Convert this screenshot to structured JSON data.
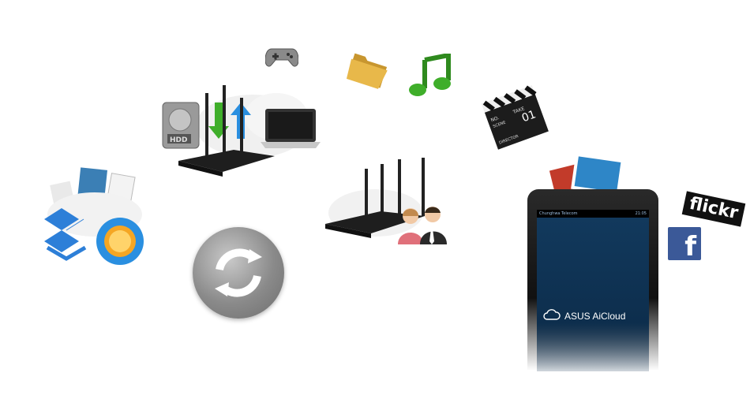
{
  "tablet": {
    "carrier": "Chunghwa Telecom",
    "time": "21:05",
    "app_name": "ASUS AiCloud"
  },
  "social": {
    "flickr_label": "flickr",
    "facebook_label": "f"
  },
  "icons": {
    "gamepad": "gamepad-icon",
    "folder": "folder-icon",
    "music": "music-note-icon",
    "clapper": "clapperboard-icon"
  },
  "hdd_label": "HDD",
  "clapper_text": [
    "NO.",
    "SCENE",
    "TAKE",
    "01",
    "DIRECTOR"
  ],
  "colors": {
    "facebook": "#3b5998",
    "flickr_bg": "#111111",
    "screen": "#123a5e",
    "dropbox": "#2d7fd8",
    "arrow_down": "#3fae2a",
    "arrow_up": "#2a8fe0"
  }
}
